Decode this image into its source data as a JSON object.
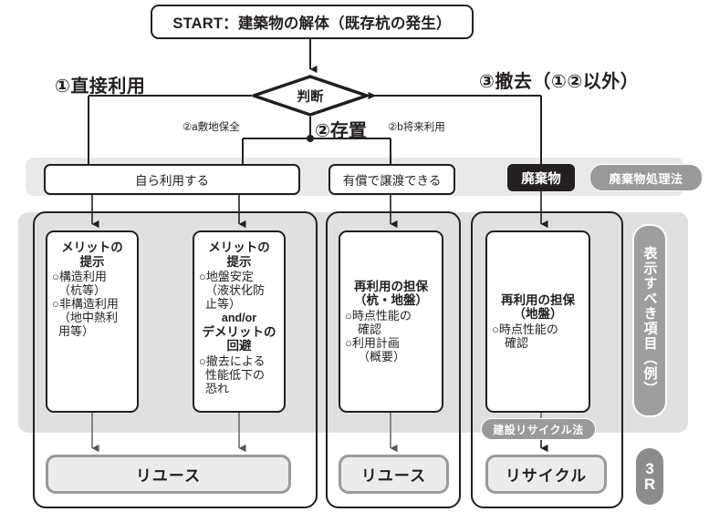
{
  "diagram": {
    "start": {
      "label": "START：建築物の解体（既存杭の発生）"
    },
    "decision": {
      "label": "判断"
    },
    "branches": {
      "left_big": "①直接利用",
      "right_big": "③撤去（①②以外）",
      "middle_big": "②存置",
      "middle_left_small": "②a敷地保全",
      "middle_right_small": "②b将来利用"
    },
    "top_row": {
      "self_use": "自ら利用する",
      "paid_transfer": "有償で譲渡できる",
      "waste": "廃棄物",
      "waste_law_pill": "廃棄物処理法"
    },
    "content_boxes": [
      {
        "head": "メリットの\n提示",
        "lines": [
          "○構造利用",
          "（杭等）",
          "○非構造利用",
          "（地中熱利",
          "用等）"
        ]
      },
      {
        "head": "メリットの\n提示",
        "lines": [
          "○地盤安定",
          "（液状化防",
          "止等）"
        ],
        "mid_plain": "and/or",
        "mid_head": "デメリットの\n回避",
        "lines2": [
          "○撤去による",
          "性能低下の",
          "恐れ"
        ]
      },
      {
        "head": "再利用の担保\n（杭・地盤）",
        "lines": [
          "○時点性能の",
          "確認",
          "○利用計画",
          "（概要）"
        ]
      },
      {
        "head": "再利用の担保\n（地盤）",
        "lines": [
          "○時点性能の",
          "確認"
        ]
      }
    ],
    "recycle_law_pill": "建設リサイクル法",
    "results": [
      "リユース",
      "リユース",
      "リサイクル"
    ],
    "side": {
      "vertical_pill": "表示すべき項目（例）",
      "badge_line1": "3",
      "badge_line2": "R"
    },
    "colors": {
      "ink": "#231f20",
      "band_top": "#e9e9e9",
      "band_main": "#e0e0e0",
      "pill_grey": "#9a9a9a",
      "result_fill": "#ececec",
      "result_border": "#9a9a9a"
    }
  }
}
